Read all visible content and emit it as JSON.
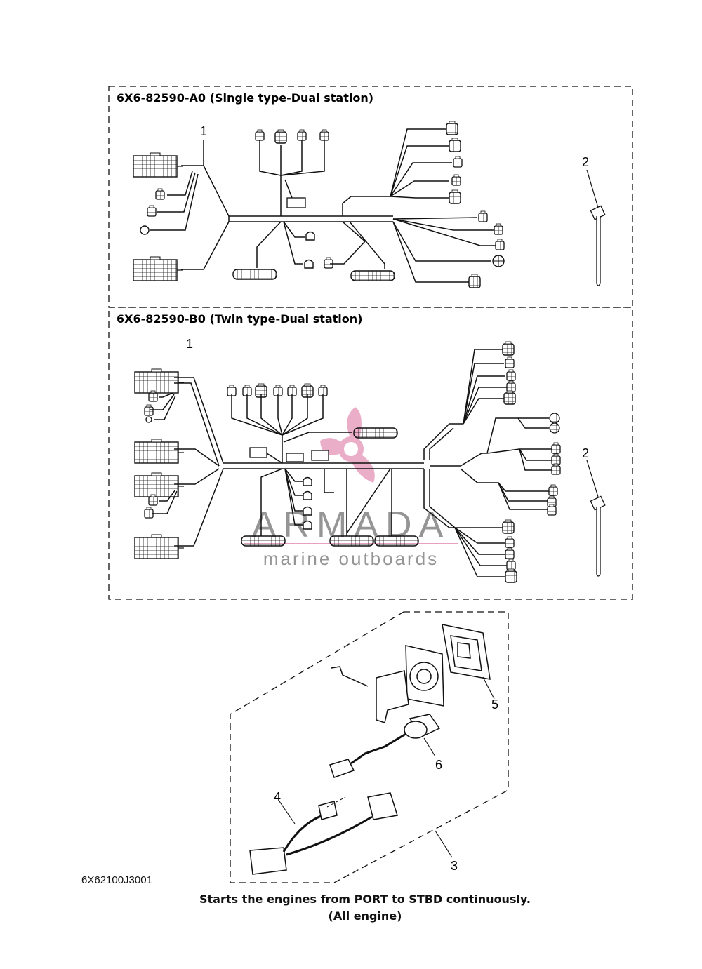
{
  "section_a": {
    "title": "6X6-82590-A0 (Single type-Dual station)",
    "item_harness": "1",
    "item_tie": "2"
  },
  "section_b": {
    "title": "6X6-82590-B0 (Twin type-Dual station)",
    "item_harness": "1",
    "item_tie": "2"
  },
  "kit": {
    "item_3": "3",
    "item_4": "4",
    "item_5": "5",
    "item_6": "6"
  },
  "watermark": {
    "brand": "ARMADA",
    "tagline": "marine outboards",
    "colors": {
      "logo": "#e8a0c0",
      "text": "#8a8a8a"
    }
  },
  "drawing_code": "6X62100J3001",
  "footnote": {
    "line1": "Starts the engines from PORT to STBD continuously.",
    "line2": "(All engine)"
  }
}
